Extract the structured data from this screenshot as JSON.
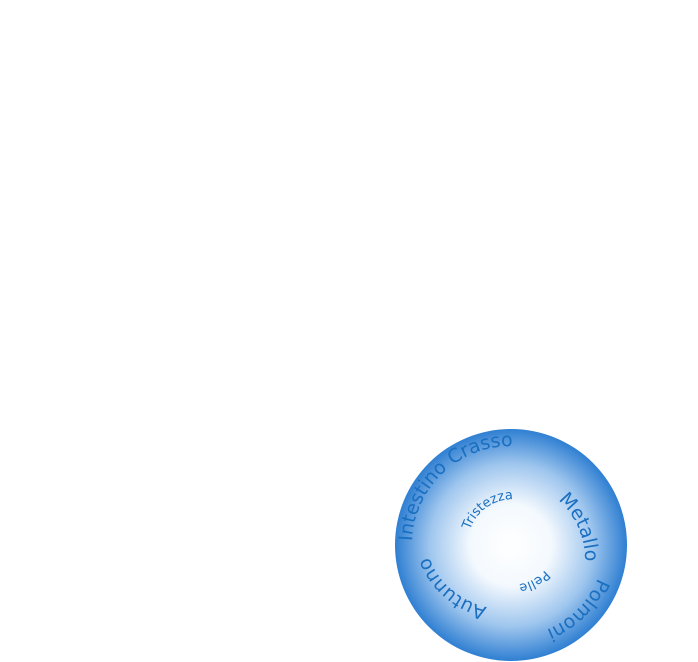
{
  "element": {
    "outer_labels": {
      "organ": "Intestino Crasso",
      "element": "Metallo",
      "organ2": "Polmoni",
      "season": "Autunno"
    },
    "inner_labels": {
      "emotion": "Tristezza",
      "tissue": "Pelle"
    },
    "colors": {
      "edge": "#2f7fd2",
      "center": "#ffffff",
      "text": "#1a6fc0"
    }
  }
}
